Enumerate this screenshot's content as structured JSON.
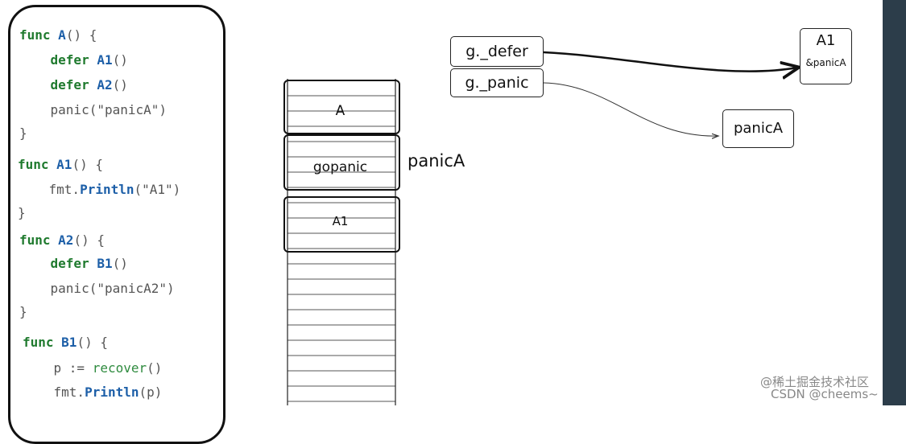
{
  "code": {
    "lines": [
      {
        "tokens": [
          {
            "t": "func ",
            "c": "kw"
          },
          {
            "t": "A",
            "c": "fn"
          },
          {
            "t": "() {",
            "c": "p"
          }
        ]
      },
      {
        "tokens": [
          {
            "t": "    defer ",
            "c": "kw"
          },
          {
            "t": "A1",
            "c": "fn"
          },
          {
            "t": "()",
            "c": "p"
          }
        ]
      },
      {
        "tokens": [
          {
            "t": "    defer ",
            "c": "kw"
          },
          {
            "t": "A2",
            "c": "fn"
          },
          {
            "t": "()",
            "c": "p"
          }
        ]
      },
      {
        "tokens": [
          {
            "t": "    panic(\"panicA\")",
            "c": "p"
          }
        ]
      },
      {
        "tokens": [
          {
            "t": "}",
            "c": "p"
          }
        ]
      },
      {
        "tokens": [
          {
            "t": "func ",
            "c": "kw"
          },
          {
            "t": "A1",
            "c": "fn"
          },
          {
            "t": "() {",
            "c": "p"
          }
        ]
      },
      {
        "tokens": [
          {
            "t": "    fmt.",
            "c": "p"
          },
          {
            "t": "Println",
            "c": "call"
          },
          {
            "t": "(\"A1\")",
            "c": "p"
          }
        ]
      },
      {
        "tokens": [
          {
            "t": "}",
            "c": "p"
          }
        ]
      },
      {
        "tokens": [
          {
            "t": "func ",
            "c": "kw"
          },
          {
            "t": "A2",
            "c": "fn"
          },
          {
            "t": "() {",
            "c": "p"
          }
        ]
      },
      {
        "tokens": [
          {
            "t": "    defer ",
            "c": "kw"
          },
          {
            "t": "B1",
            "c": "fn"
          },
          {
            "t": "()",
            "c": "p"
          }
        ]
      },
      {
        "tokens": [
          {
            "t": "    panic(\"panicA2\")",
            "c": "p"
          }
        ]
      },
      {
        "tokens": [
          {
            "t": "}",
            "c": "p"
          }
        ]
      },
      {
        "tokens": [
          {
            "t": "func ",
            "c": "kw"
          },
          {
            "t": "B1",
            "c": "fn"
          },
          {
            "t": "() {",
            "c": "p"
          }
        ]
      },
      {
        "tokens": [
          {
            "t": "    p := ",
            "c": "p"
          },
          {
            "t": "recover",
            "c": "rec"
          },
          {
            "t": "()",
            "c": "p"
          }
        ]
      },
      {
        "tokens": [
          {
            "t": "    fmt.",
            "c": "p"
          },
          {
            "t": "Println",
            "c": "call"
          },
          {
            "t": "(p)",
            "c": "p"
          }
        ]
      }
    ]
  },
  "stack": {
    "frames": [
      {
        "label": "A"
      },
      {
        "label": "gopanic"
      },
      {
        "label": "A1"
      }
    ],
    "side_label": "panicA"
  },
  "g": {
    "defer_label": "g._defer",
    "panic_label": "g._panic"
  },
  "defer_node": {
    "title": "A1",
    "sub": "&panicA"
  },
  "panic_node": {
    "label": "panicA"
  },
  "watermark": {
    "line1": "@稀土掘金技术社区",
    "line2": "CSDN @cheems~"
  },
  "colors": {
    "keyword": "#1f7a2e",
    "func_name": "#1d5fa8",
    "text": "#555555",
    "ink": "#111111"
  }
}
